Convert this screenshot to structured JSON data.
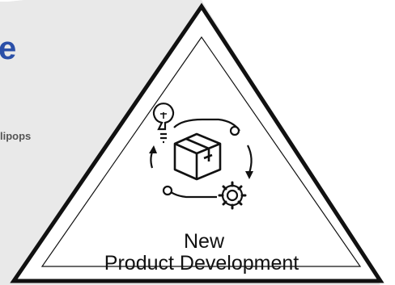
{
  "slide": {
    "heading_fragment": "e",
    "body_fragment": "lipops",
    "colors": {
      "heading": "#2a4fa8",
      "body": "#555555",
      "panel": "#e9e9e9"
    }
  },
  "diagram": {
    "label_line1": "New",
    "label_line2": "Product Development",
    "icons": [
      "lightbulb-icon",
      "package-box-icon",
      "gear-icon",
      "cycle-arrows-icon"
    ]
  }
}
